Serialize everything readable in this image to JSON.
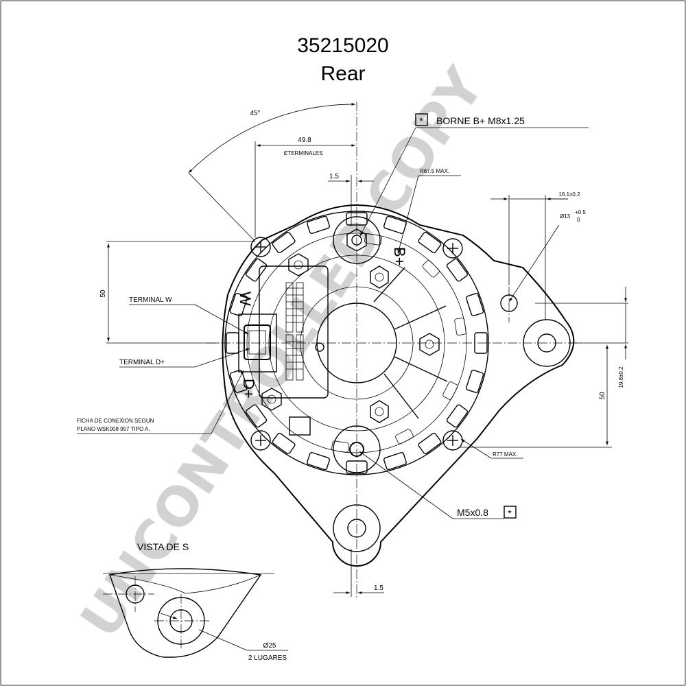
{
  "title": {
    "part_number": "35215020",
    "view": "Rear"
  },
  "watermark": "UNCONTROLLED COPY",
  "dimensions": {
    "angle": "45°",
    "width_terminals": "49.8",
    "terminals_center": "ȻTERMINALES",
    "offset_top": "1.5",
    "radius_max_top": "R67.5 MAX.",
    "offset_right": "16.1±0.2",
    "hole_dia": "Ø13",
    "hole_tol_upper": "+0.5",
    "hole_tol_lower": "0",
    "height_left": "50",
    "height_right": "50",
    "height_right_small": "19.8±0.2",
    "radius_max_bottom": "R77 MAX.",
    "offset_bottom": "1.5",
    "lug_dia": "Ø25",
    "lug_count": "2 LUGARES"
  },
  "callouts": {
    "borne": "BORNE B+ M8x1.25",
    "critical_mark": "*",
    "terminal_w": "TERMINAL W",
    "terminal_d": "TERMINAL D+",
    "ficha_line1": "FICHA DE CONEXION SEGUN",
    "ficha_line2": "PLANO WSK008 957 TIPO A.",
    "m5": "M5x0.8",
    "view_s": "VISTA DE S",
    "mark_b": "B+",
    "mark_w": "W",
    "mark_d": "D+"
  }
}
